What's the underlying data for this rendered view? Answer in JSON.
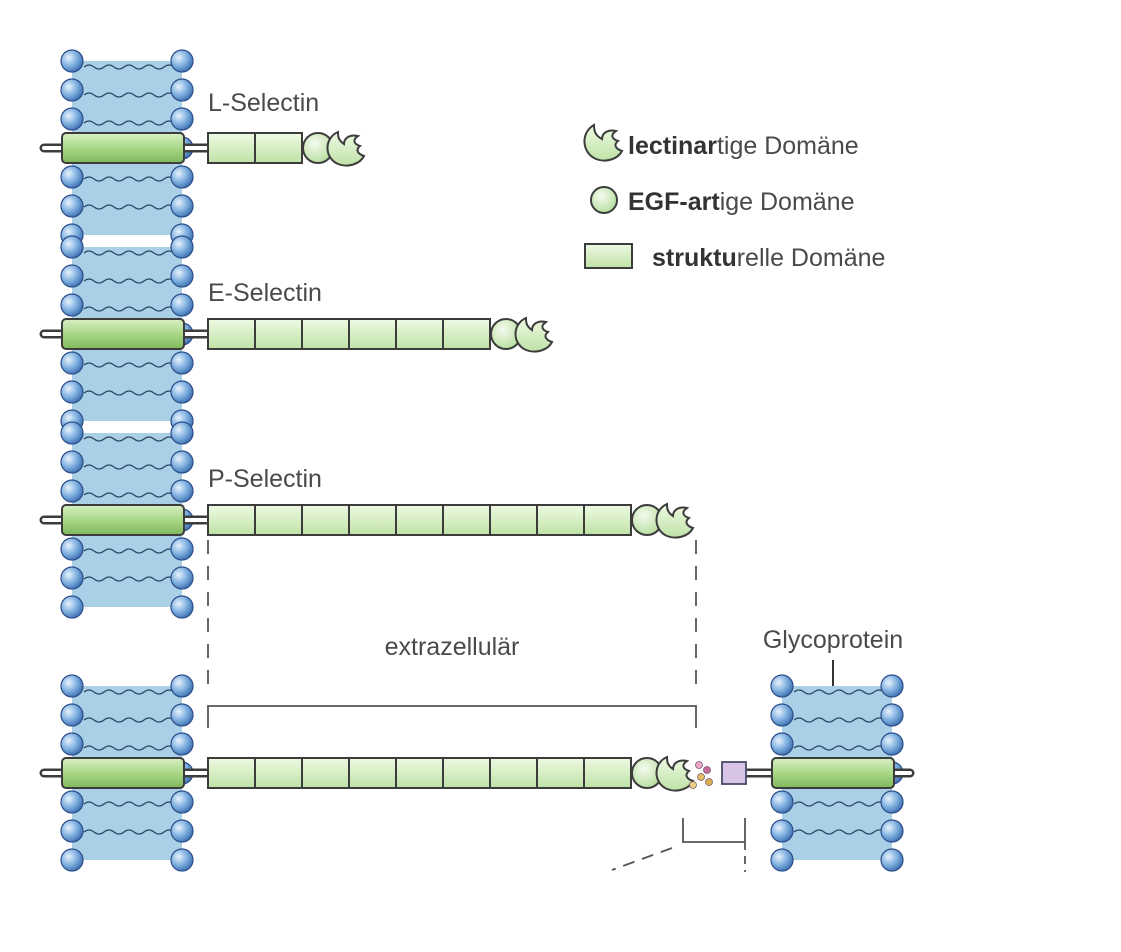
{
  "selectins": [
    {
      "name": "L-Selectin",
      "structural_domains": 2
    },
    {
      "name": "E-Selectin",
      "structural_domains": 6
    },
    {
      "name": "P-Selectin",
      "structural_domains": 9
    }
  ],
  "binding_selectin_domains": 9,
  "legend": [
    {
      "bold": "lectinar",
      "rest": "tige Domäne",
      "icon": "lectin-domain-icon"
    },
    {
      "bold": "EGF-art",
      "rest": "ige Domäne",
      "icon": "egf-domain-icon"
    },
    {
      "bold": "struktu",
      "rest": "relle Domäne",
      "icon": "structural-domain-icon"
    }
  ],
  "labels": {
    "extracellular": "extrazellulär",
    "glycoprotein": "Glycoprotein"
  },
  "colors": {
    "domain_fill": "#d6efc5",
    "domain_stroke": "#3c3c3c",
    "membrane": "#a9d0e6",
    "lipid_head": "#6a9fd6",
    "ligand": "#d8c4e4"
  }
}
